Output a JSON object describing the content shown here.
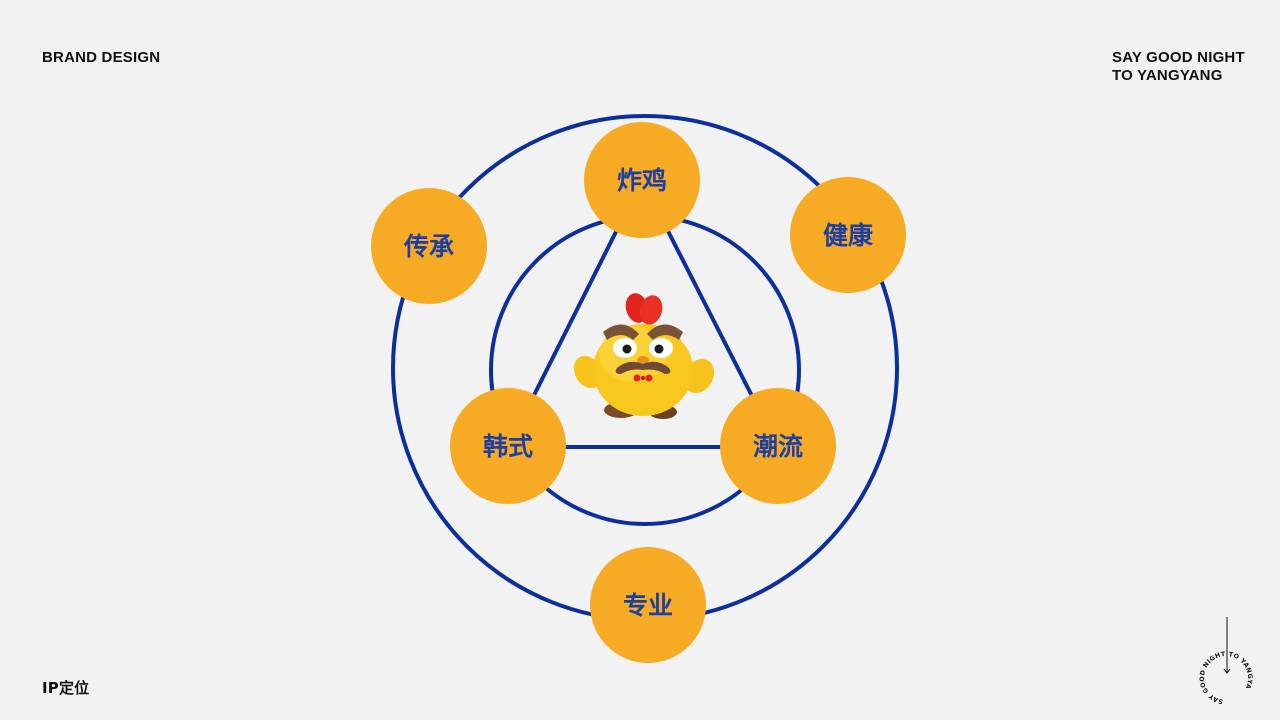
{
  "header": {
    "left": "BRAND DESIGN",
    "right_line1": "SAY GOOD NIGHT",
    "right_line2": "TO YANGYANG"
  },
  "footer": {
    "section_label": "IP定位"
  },
  "diagram": {
    "outer_nodes": [
      "炸鸡",
      "健康",
      "专业",
      "传承"
    ],
    "inner_nodes": [
      "炸鸡",
      "潮流",
      "韩式"
    ],
    "labels": {
      "top": "炸鸡",
      "right_top": "健康",
      "bottom": "专业",
      "left_top": "传承",
      "inner_left": "韩式",
      "inner_right": "潮流"
    },
    "center_image": "mascot-chicken",
    "colors": {
      "ring": "#0b2f9c",
      "node_fill": "#f7ab25",
      "label": "#1d3fa3"
    }
  },
  "seal": {
    "text": "SAY GOOD NIGHT TO YANGYA"
  }
}
